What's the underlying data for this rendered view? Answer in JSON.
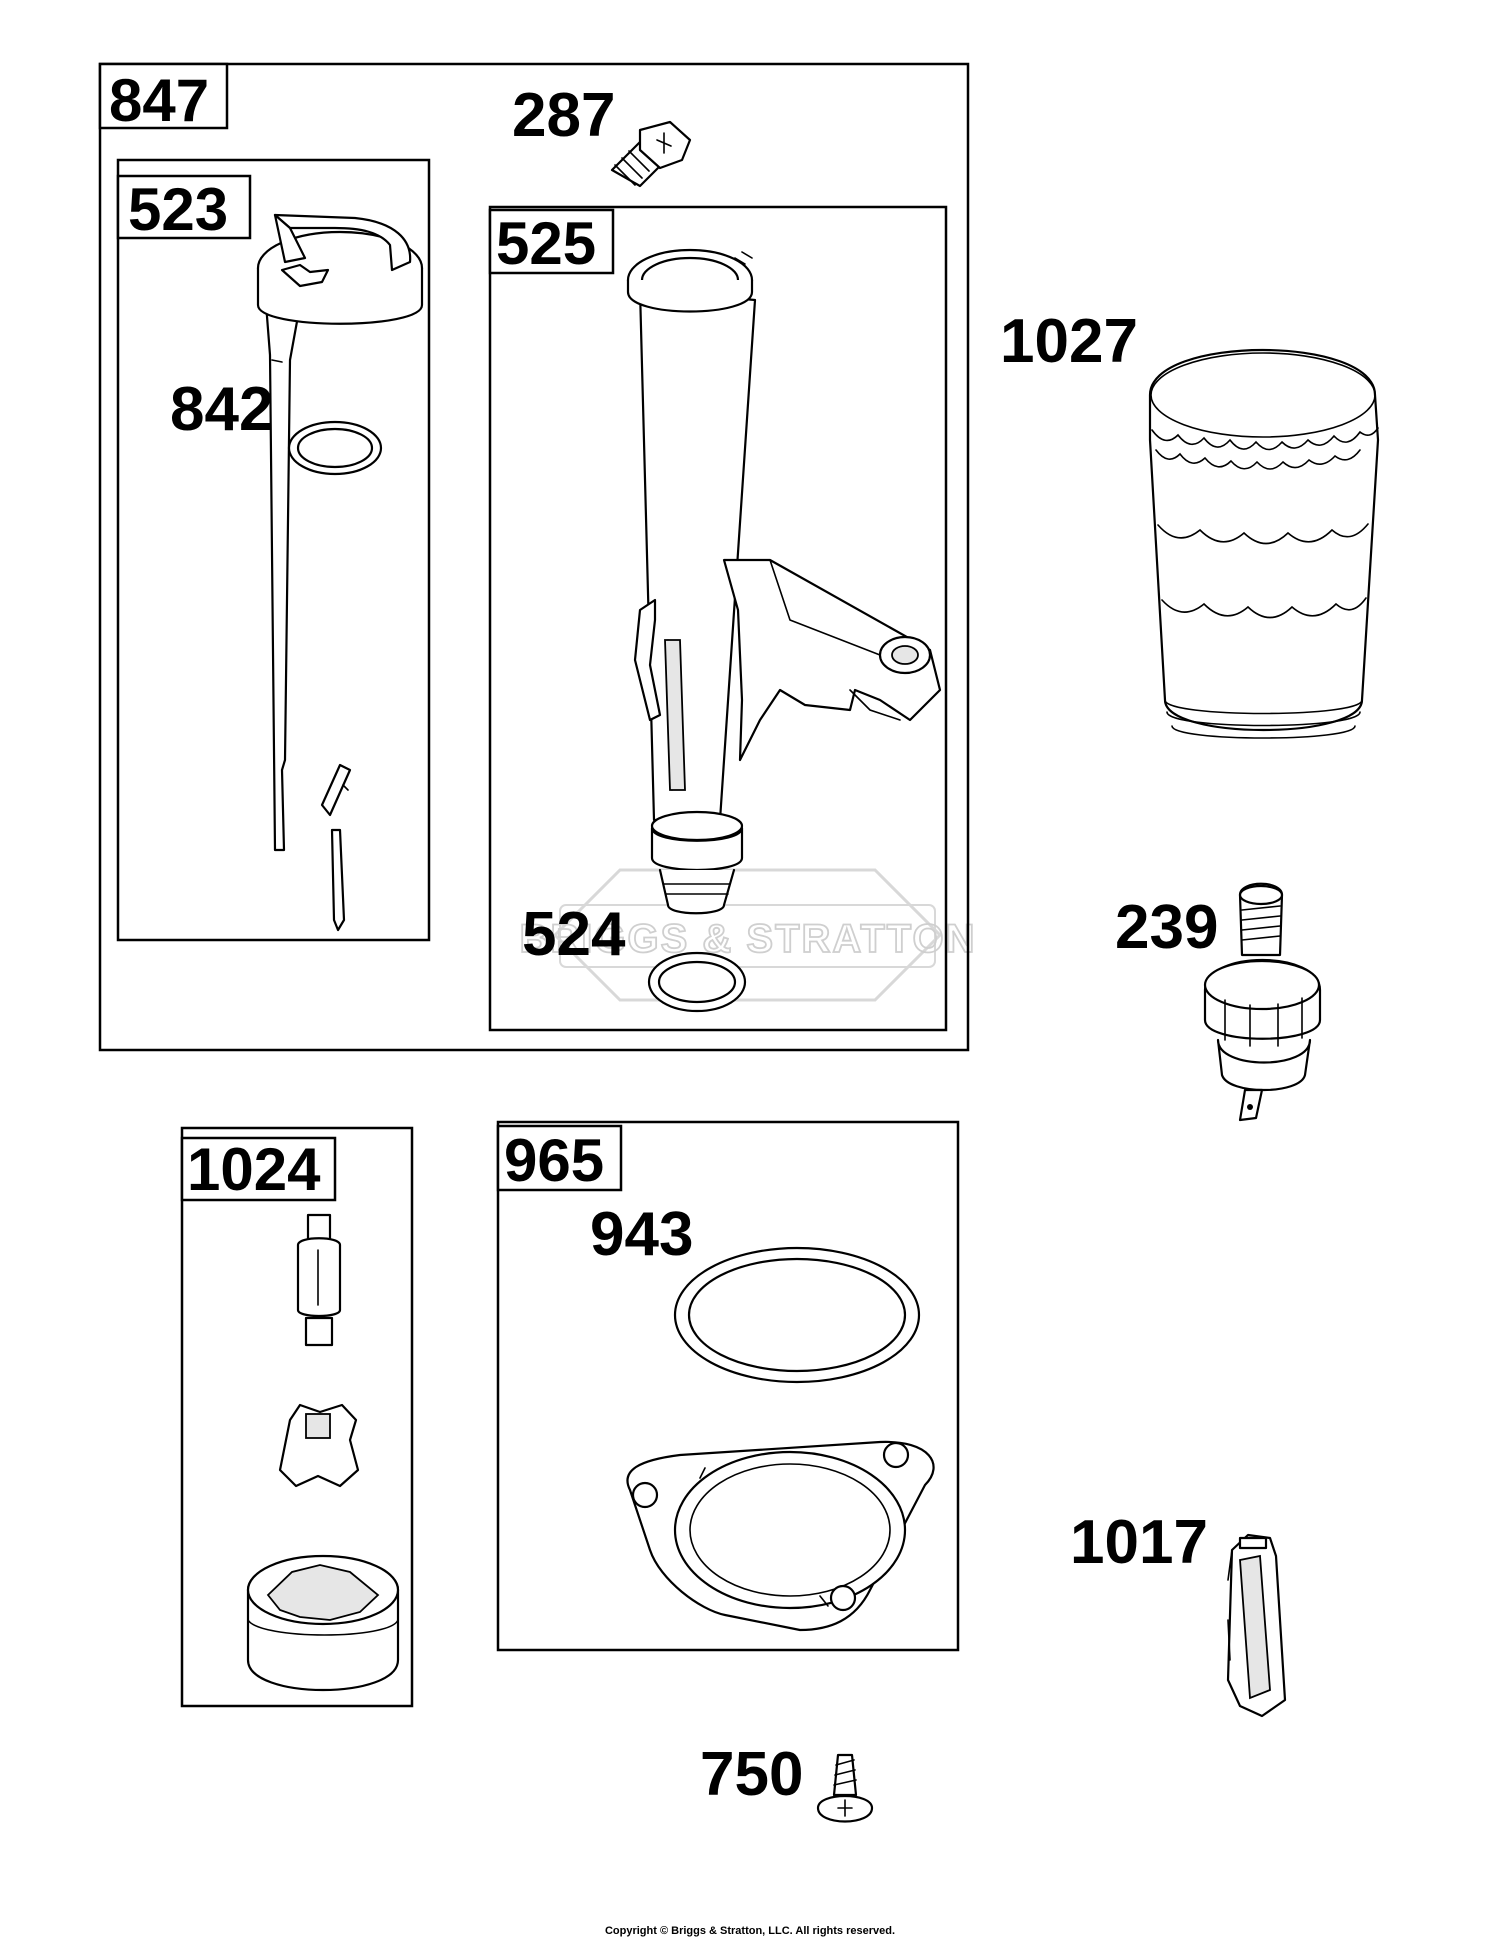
{
  "callouts": {
    "p847": "847",
    "p287": "287",
    "p523": "523",
    "p525": "525",
    "p842": "842",
    "p1027": "1027",
    "p524": "524",
    "p239": "239",
    "p1024": "1024",
    "p965": "965",
    "p943": "943",
    "p1017": "1017",
    "p750": "750"
  },
  "watermark": "BRIGGS & STRATTON",
  "copyright": "Copyright © Briggs & Stratton, LLC. All rights reserved."
}
